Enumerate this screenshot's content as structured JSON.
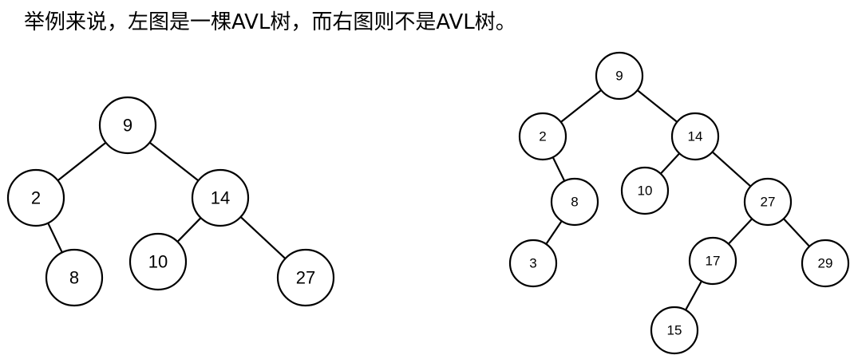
{
  "caption": "举例来说，左图是一棵AVL树，而右图则不是AVL树。",
  "left_tree": {
    "nodes": [
      {
        "id": "9",
        "label": "9"
      },
      {
        "id": "2",
        "label": "2"
      },
      {
        "id": "14",
        "label": "14"
      },
      {
        "id": "8",
        "label": "8"
      },
      {
        "id": "10",
        "label": "10"
      },
      {
        "id": "27",
        "label": "27"
      }
    ],
    "edges": [
      [
        "9",
        "2"
      ],
      [
        "9",
        "14"
      ],
      [
        "2",
        "8"
      ],
      [
        "14",
        "10"
      ],
      [
        "14",
        "27"
      ]
    ]
  },
  "right_tree": {
    "nodes": [
      {
        "id": "9",
        "label": "9"
      },
      {
        "id": "2",
        "label": "2"
      },
      {
        "id": "14",
        "label": "14"
      },
      {
        "id": "8",
        "label": "8"
      },
      {
        "id": "10",
        "label": "10"
      },
      {
        "id": "27",
        "label": "27"
      },
      {
        "id": "3",
        "label": "3"
      },
      {
        "id": "17",
        "label": "17"
      },
      {
        "id": "29",
        "label": "29"
      },
      {
        "id": "15",
        "label": "15"
      }
    ],
    "edges": [
      [
        "9",
        "2"
      ],
      [
        "9",
        "14"
      ],
      [
        "2",
        "8"
      ],
      [
        "8",
        "3"
      ],
      [
        "14",
        "10"
      ],
      [
        "14",
        "27"
      ],
      [
        "27",
        "17"
      ],
      [
        "27",
        "29"
      ],
      [
        "17",
        "15"
      ]
    ]
  }
}
